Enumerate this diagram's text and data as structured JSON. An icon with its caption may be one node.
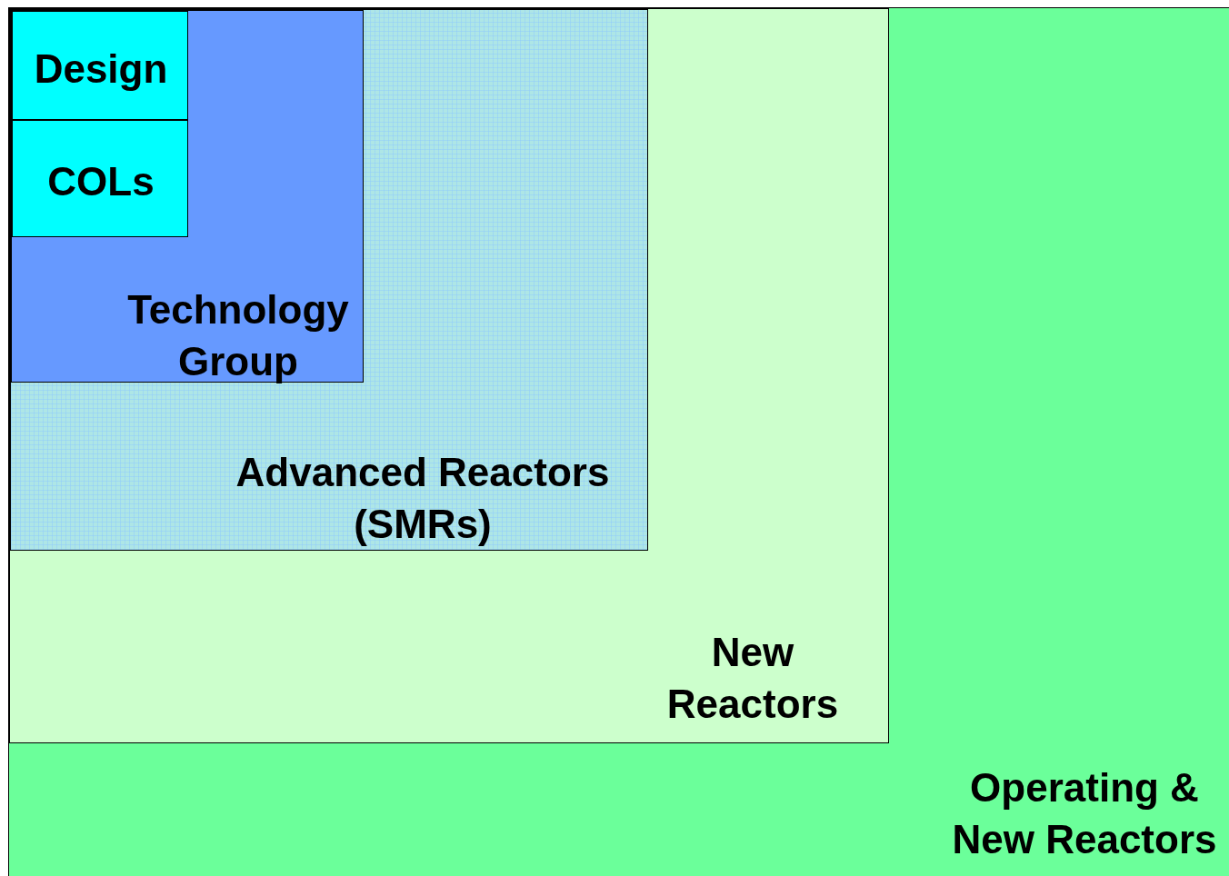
{
  "diagram": {
    "nodes": [
      {
        "text": [
          "Operating & New Reactors"
        ]
      },
      {
        "text": [
          "New Reactors"
        ],
        "in": 0
      },
      {
        "text": [
          "Advanced Reactors (SMRs)"
        ],
        "in": 1
      },
      {
        "text": [
          "Technology Group"
        ],
        "in": 2
      },
      {
        "text": [
          "Design"
        ],
        "in": 3
      },
      {
        "text": [
          "COLs"
        ],
        "in": 3
      }
    ]
  }
}
